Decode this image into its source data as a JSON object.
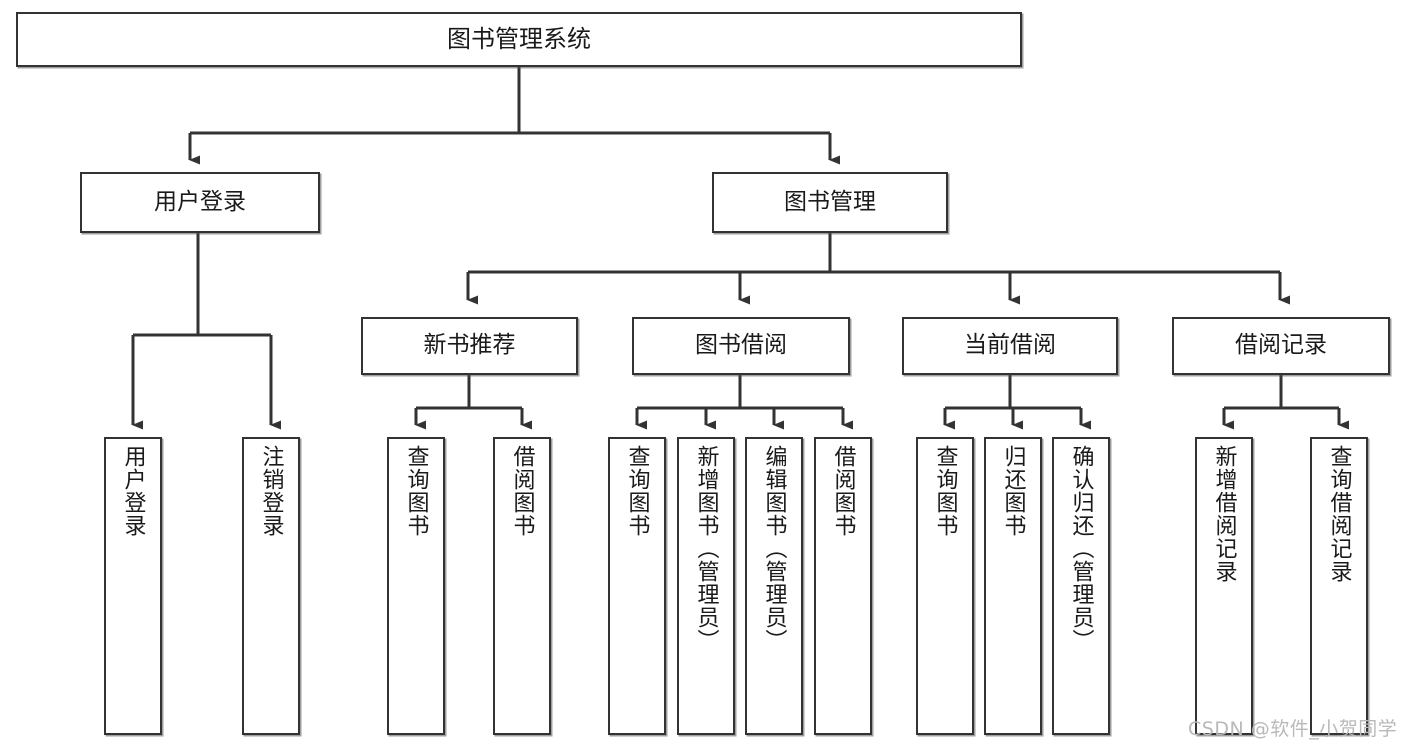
{
  "diagram": {
    "title": "图书管理系统",
    "type": "tree-hierarchy-chart",
    "watermark": "CSDN @软件_小贺同学",
    "root": {
      "label": "图书管理系统"
    },
    "level2": [
      {
        "label": "用户登录"
      },
      {
        "label": "图书管理"
      }
    ],
    "level3": [
      {
        "label": "新书推荐"
      },
      {
        "label": "图书借阅"
      },
      {
        "label": "当前借阅"
      },
      {
        "label": "借阅记录"
      }
    ],
    "leaves": {
      "user_login": [
        {
          "label": "用户登录"
        },
        {
          "label": "注销登录"
        }
      ],
      "new_book_recommend": [
        {
          "label": "查询图书"
        },
        {
          "label": "借阅图书"
        }
      ],
      "book_borrow": [
        {
          "label": "查询图书"
        },
        {
          "label": "新增图书（管理员）"
        },
        {
          "label": "编辑图书（管理员）"
        },
        {
          "label": "借阅图书"
        }
      ],
      "current_borrow": [
        {
          "label": "查询图书"
        },
        {
          "label": "归还图书"
        },
        {
          "label": "确认归还（管理员）"
        }
      ],
      "borrow_record": [
        {
          "label": "新增借阅记录"
        },
        {
          "label": "查询借阅记录"
        }
      ]
    },
    "colors": {
      "stroke": "#333333",
      "fill": "#ffffff",
      "text": "#1a1a1a",
      "watermark": "#b9b9b9"
    }
  }
}
